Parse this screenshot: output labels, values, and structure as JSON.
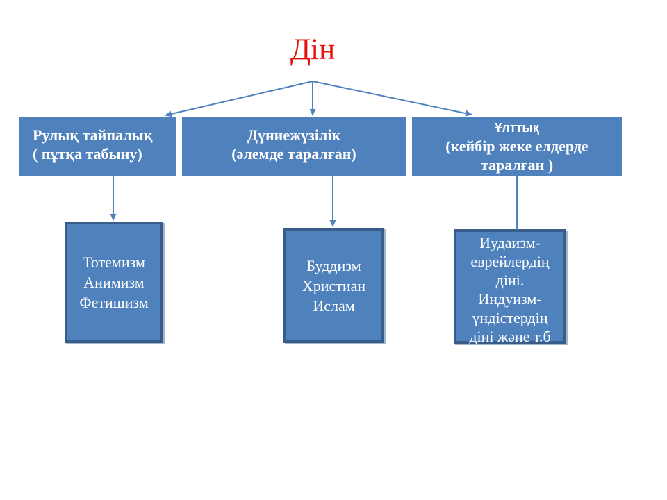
{
  "title": {
    "text": "Дін",
    "color": "#e3120b"
  },
  "colors": {
    "background": "#ffffff",
    "box_fill": "#4f81bd",
    "box_border": "#385d8a",
    "arrow": "#4f81bd",
    "header_text": "#ffffff",
    "child_text": "#ffffff"
  },
  "branches": [
    {
      "id": "tribal",
      "header": {
        "line1": "Рулық тайпалық",
        "line2": "( пұтқа табыну)"
      },
      "child": {
        "lines": [
          "Тотемизм",
          "Анимизм",
          "Фетишизм"
        ]
      }
    },
    {
      "id": "world",
      "header": {
        "line1": "Дүниежүзілік",
        "line2": "(әлемде таралған)"
      },
      "child": {
        "lines": [
          "Буддизм",
          "Христиан",
          "Ислам"
        ]
      }
    },
    {
      "id": "national",
      "header": {
        "line1": "Ұлттық",
        "line2": "(кейбір жеке елдерде",
        "line3": "таралған )"
      },
      "child": {
        "lines": [
          "Иудаизм-",
          "еврейлердің",
          "діні.",
          "Индуизм-",
          "үндістердің",
          "діні және т.б"
        ]
      }
    }
  ]
}
